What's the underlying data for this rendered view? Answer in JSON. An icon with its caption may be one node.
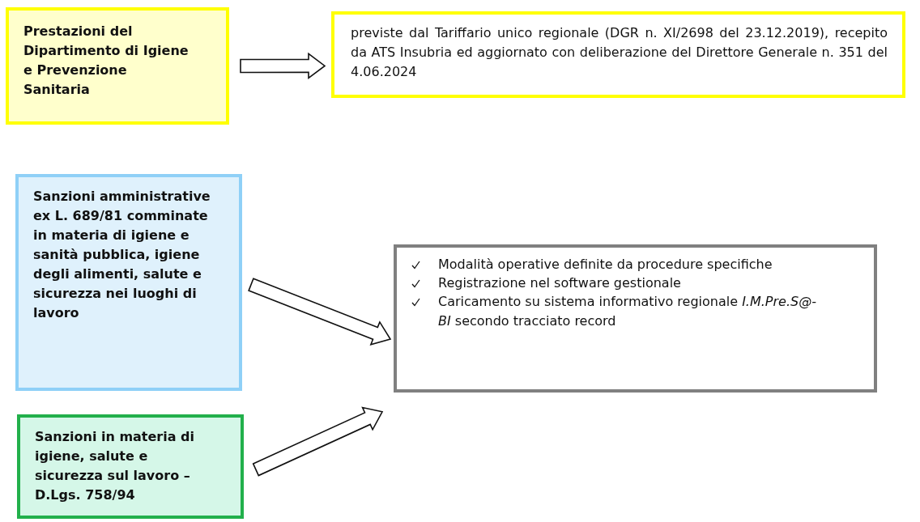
{
  "diagram": {
    "nodes": [
      {
        "text": [
          "Prestazioni del Dipartimento di Igiene e Prevenzione Sanitaria"
        ]
      },
      {
        "text": [
          "previste dal Tariffario unico regionale (DGR n. XI/2698 del 23.12.2019), recepito da ATS Insubria ed aggiornato con deliberazione del Direttore Generale n. 351 del 4.06.2024"
        ]
      },
      {
        "text": [
          "Sanzioni amministrative ex L. 689/81 comminate in materia di igiene e sanità pubblica, igiene degli alimenti, salute e sicurezza nei luoghi di lavoro"
        ]
      },
      {
        "text": [
          "Modalità operative definite da procedure specifiche",
          "Registrazione nel software gestionale",
          "Caricamento su sistema informativo regionale *I.M.Pre.S@-BI* secondo tracciato record"
        ]
      },
      {
        "text": [
          "Sanzioni in materia di igiene, salute e sicurezza sul lavoro – D.Lgs. 758/94"
        ]
      }
    ],
    "edges": [
      {
        "from": 0,
        "to": 1,
        "arrow": "to"
      },
      {
        "from": 2,
        "to": 3,
        "arrow": "to"
      },
      {
        "from": 4,
        "to": 3,
        "arrow": "to"
      }
    ]
  }
}
